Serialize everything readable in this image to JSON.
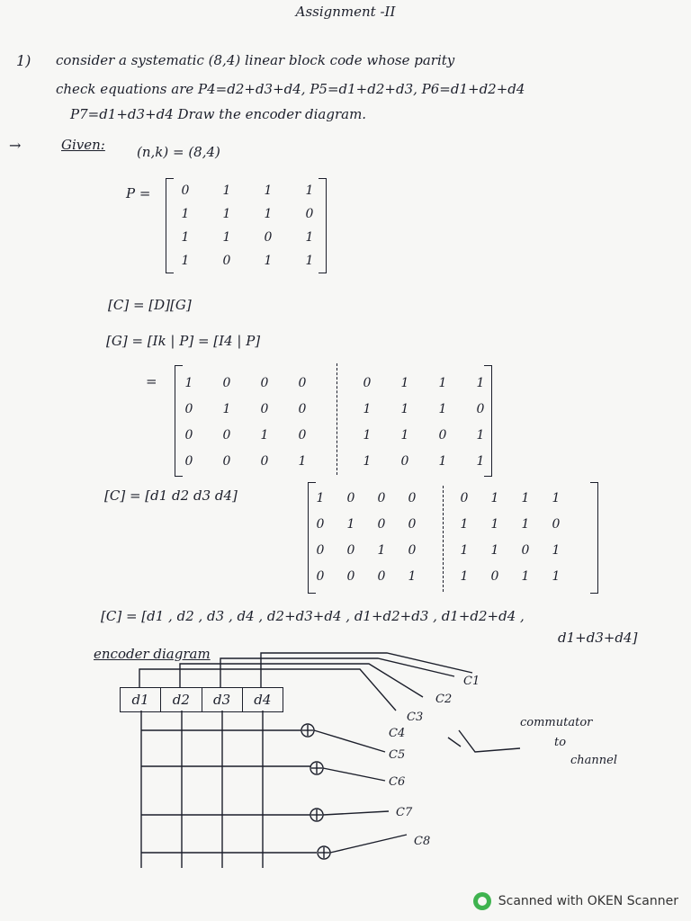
{
  "title": "Assignment -II",
  "question": {
    "number": "1)",
    "line1": "consider a systematic (8,4) linear block code whose parity",
    "line2": "check equations are P4=d2+d3+d4, P5=d1+d2+d3, P6=d1+d2+d4",
    "line3": "P7=d1+d3+d4 Draw the encoder diagram."
  },
  "given": {
    "arrow": "→",
    "label": "Given:",
    "nk": "(n,k) = (8,4)"
  },
  "p_matrix": {
    "label": "P =",
    "rows": [
      [
        "0",
        "1",
        "1",
        "1"
      ],
      [
        "1",
        "1",
        "1",
        "0"
      ],
      [
        "1",
        "1",
        "0",
        "1"
      ],
      [
        "1",
        "0",
        "1",
        "1"
      ]
    ]
  },
  "eq1": "[C] = [D][G]",
  "eq2": "[G] = [Ik | P] = [I4 | P]",
  "g_matrix": {
    "label": "=",
    "rows": [
      [
        "1",
        "0",
        "0",
        "0",
        "0",
        "1",
        "1",
        "1"
      ],
      [
        "0",
        "1",
        "0",
        "0",
        "1",
        "1",
        "1",
        "0"
      ],
      [
        "0",
        "0",
        "1",
        "0",
        "1",
        "1",
        "0",
        "1"
      ],
      [
        "0",
        "0",
        "0",
        "1",
        "1",
        "0",
        "1",
        "1"
      ]
    ]
  },
  "c_eq": {
    "label": "[C] = [d1 d2 d3 d4]",
    "rows": [
      [
        "1",
        "0",
        "0",
        "0",
        "0",
        "1",
        "1",
        "1"
      ],
      [
        "0",
        "1",
        "0",
        "0",
        "1",
        "1",
        "1",
        "0"
      ],
      [
        "0",
        "0",
        "1",
        "0",
        "1",
        "1",
        "0",
        "1"
      ],
      [
        "0",
        "0",
        "0",
        "1",
        "1",
        "0",
        "1",
        "1"
      ]
    ]
  },
  "c_result": {
    "line1": "[C] = [d1 , d2 , d3 , d4 , d2+d3+d4 , d1+d2+d3 , d1+d2+d4 ,",
    "line2": "d1+d3+d4]"
  },
  "encoder": {
    "heading": "encoder diagram",
    "register": [
      "d1",
      "d2",
      "d3",
      "d4"
    ],
    "outputs": [
      "C1",
      "C2",
      "C3",
      "C4",
      "C5",
      "C6",
      "C7",
      "C8"
    ],
    "commutator": "commutator",
    "to": "to",
    "channel": "channel"
  },
  "footer": "Scanned with OKEN Scanner"
}
